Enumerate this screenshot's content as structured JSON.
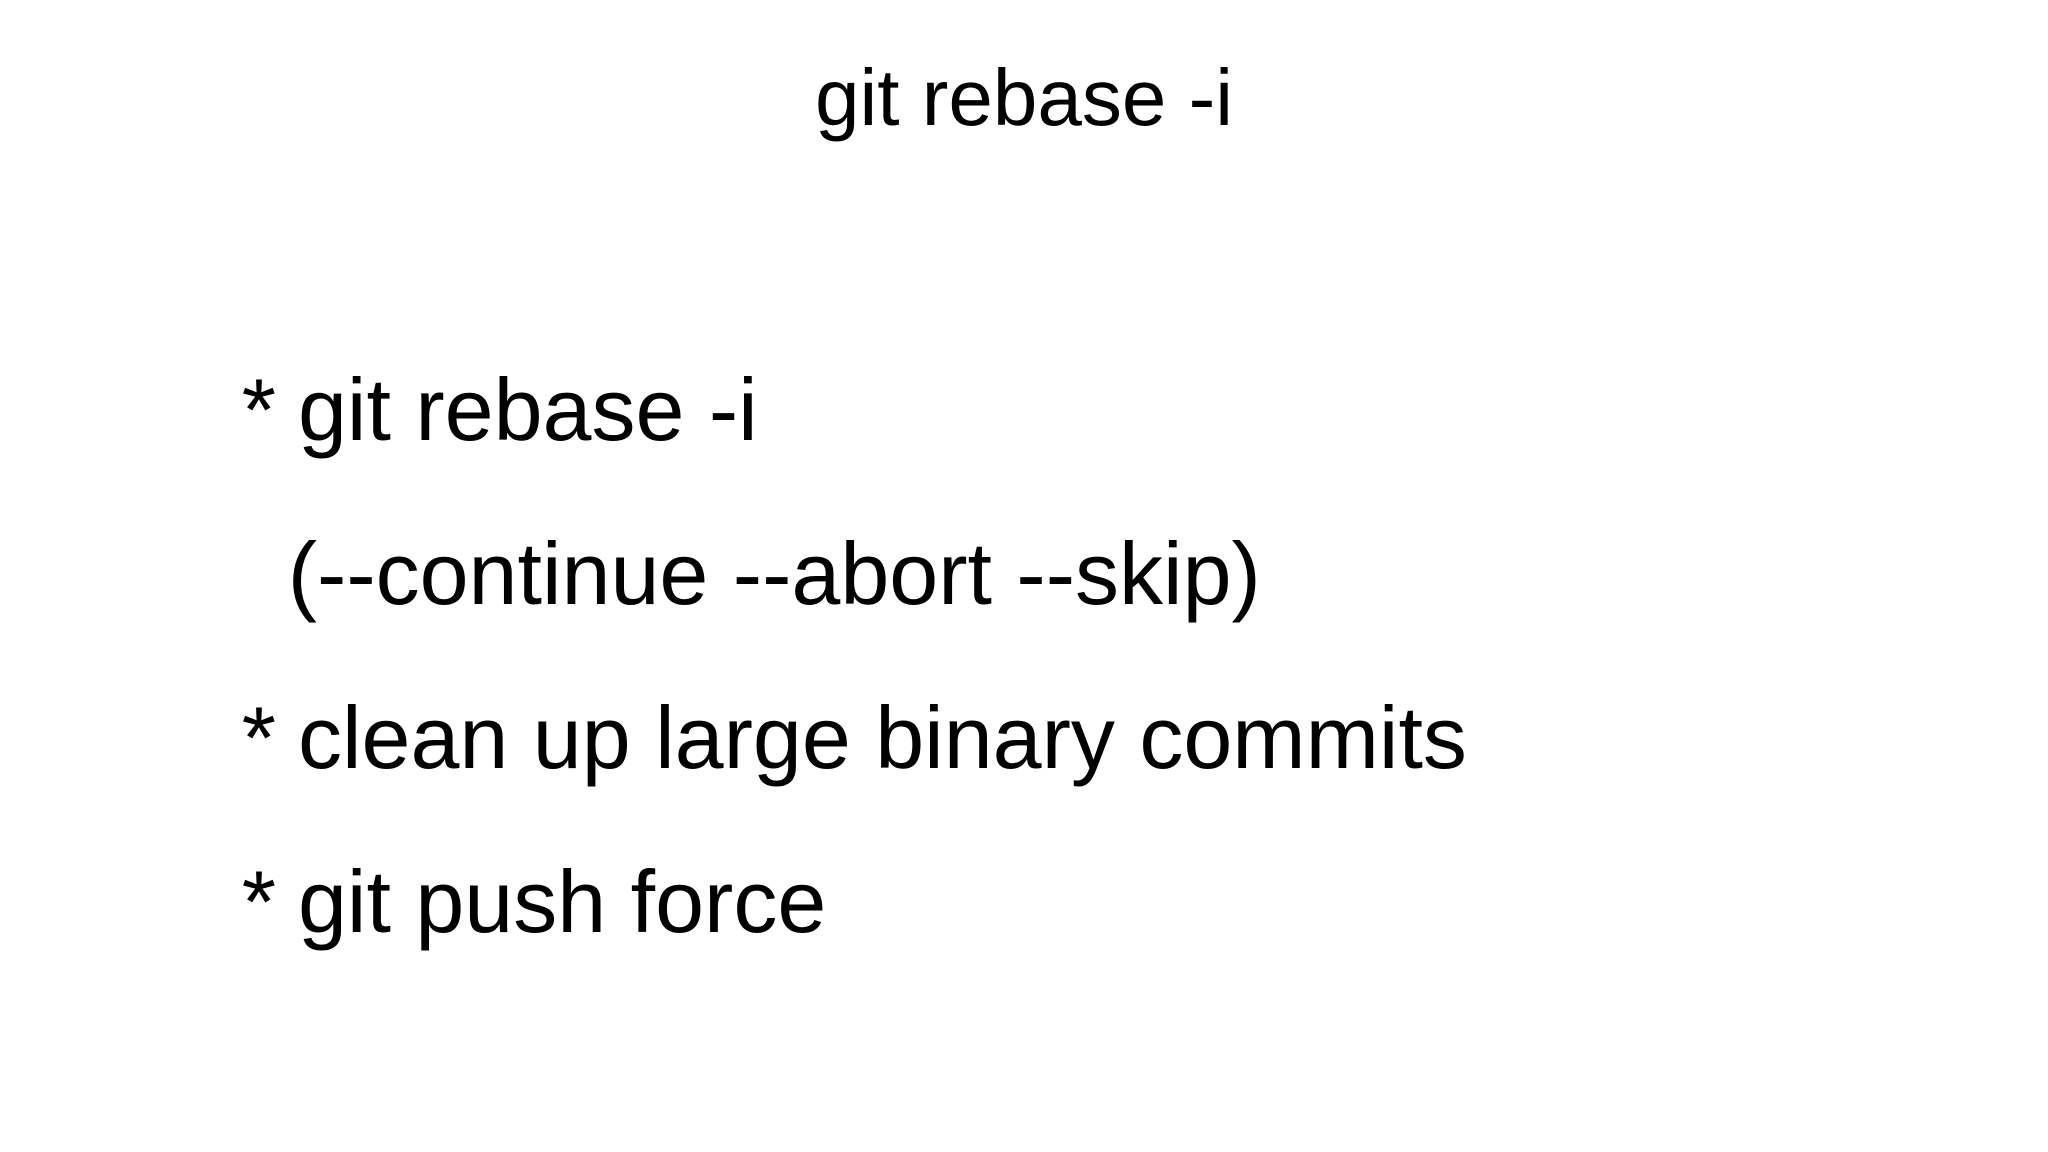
{
  "slide": {
    "title": "git rebase -i",
    "bullets": [
      {
        "marker": "*",
        "text": "git rebase -i"
      },
      {
        "marker": "",
        "text": "(--continue --abort --skip)"
      },
      {
        "marker": "*",
        "text": "clean up large binary commits"
      },
      {
        "marker": "*",
        "text": "git push force"
      }
    ],
    "colors": {
      "background": "#ffffff",
      "text": "#000000"
    }
  }
}
